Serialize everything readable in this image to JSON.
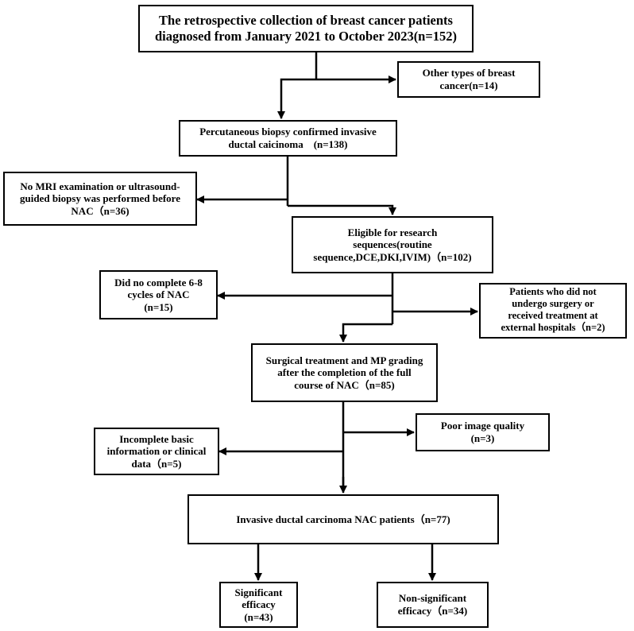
{
  "boxes": {
    "initial_cohort": {
      "lines": [
        "The retrospective collection of breast cancer patients",
        "diagnosed from January 2021 to October 2023(n=152)"
      ]
    },
    "excluded_other_types": {
      "lines": [
        "Other types of breast",
        "cancer(n=14)"
      ]
    },
    "biopsy_confirmed": {
      "lines": [
        "Percutaneous biopsy confirmed invasive",
        "ductal caicinoma　(n=138)"
      ]
    },
    "excluded_no_mri": {
      "lines": [
        "No MRI examination or ultrasound-",
        "guided biopsy was performed before",
        "NAC（n=36)"
      ]
    },
    "eligible_sequences": {
      "lines": [
        "Eligible for research",
        "sequences(routine",
        "sequence,DCE,DKI,IVIM)（n=102)"
      ]
    },
    "excluded_incomplete_cycles": {
      "lines": [
        "Did no complete 6-8",
        "cycles of NAC",
        "(n=15)"
      ]
    },
    "excluded_no_surgery": {
      "lines": [
        "Patients who did not",
        "undergo surgery or",
        "received treatment at",
        "external hospitals（n=2)"
      ]
    },
    "surgical_mp_grading": {
      "lines": [
        "Surgical treatment and MP grading",
        "after the completion of the full",
        "course of NAC（n=85)"
      ]
    },
    "excluded_poor_image": {
      "lines": [
        "Poor image quality",
        "(n=3)"
      ]
    },
    "excluded_incomplete_info": {
      "lines": [
        "Incomplete basic",
        "information or clinical",
        "data（n=5)"
      ]
    },
    "final_cohort": {
      "lines": [
        "Invasive ductal carcinoma NAC patients（n=77)"
      ]
    },
    "significant_efficacy": {
      "lines": [
        "Significant",
        "efficacy",
        "(n=43)"
      ]
    },
    "non_significant_efficacy": {
      "lines": [
        "Non-significant",
        "efficacy（n=34)"
      ]
    }
  }
}
